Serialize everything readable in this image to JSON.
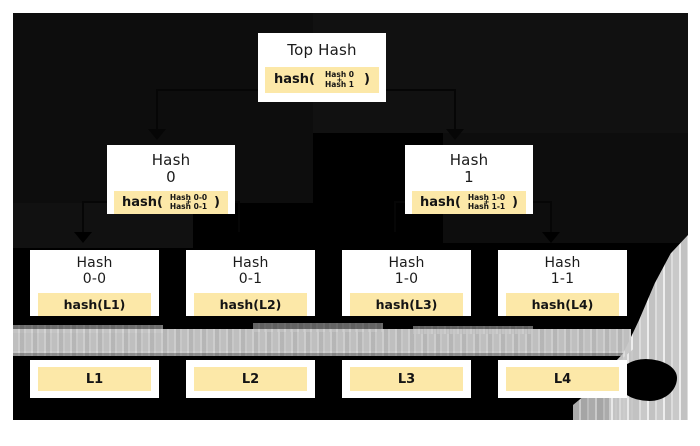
{
  "diagram": {
    "type": "merkle-tree",
    "title": "Top Hash",
    "colors": {
      "canvas": "#000000",
      "node_background": "#ffffff",
      "pill_accent": "#fce8a8",
      "text": "#1b1b1b",
      "texture_grey": "#c9c9c9"
    },
    "root": {
      "label": "Top Hash",
      "fn": "hash(",
      "close": ")",
      "arg_top": "Hash 0",
      "arg_plus": "+",
      "arg_bottom": "Hash 1"
    },
    "level1": [
      {
        "label_line1": "Hash",
        "label_line2": "0",
        "fn": "hash(",
        "close": ")",
        "arg_top": "Hash 0-0",
        "arg_plus": "+",
        "arg_bottom": "Hash 0-1"
      },
      {
        "label_line1": "Hash",
        "label_line2": "1",
        "fn": "hash(",
        "close": ")",
        "arg_top": "Hash 1-0",
        "arg_plus": "+",
        "arg_bottom": "Hash 1-1"
      }
    ],
    "level2": [
      {
        "label_line1": "Hash",
        "label_line2": "0-0",
        "value": "hash(L1)"
      },
      {
        "label_line1": "Hash",
        "label_line2": "0-1",
        "value": "hash(L2)"
      },
      {
        "label_line1": "Hash",
        "label_line2": "1-0",
        "value": "hash(L3)"
      },
      {
        "label_line1": "Hash",
        "label_line2": "1-1",
        "value": "hash(L4)"
      }
    ],
    "leaves": [
      {
        "value": "L1"
      },
      {
        "value": "L2"
      },
      {
        "value": "L3"
      },
      {
        "value": "L4"
      }
    ]
  }
}
